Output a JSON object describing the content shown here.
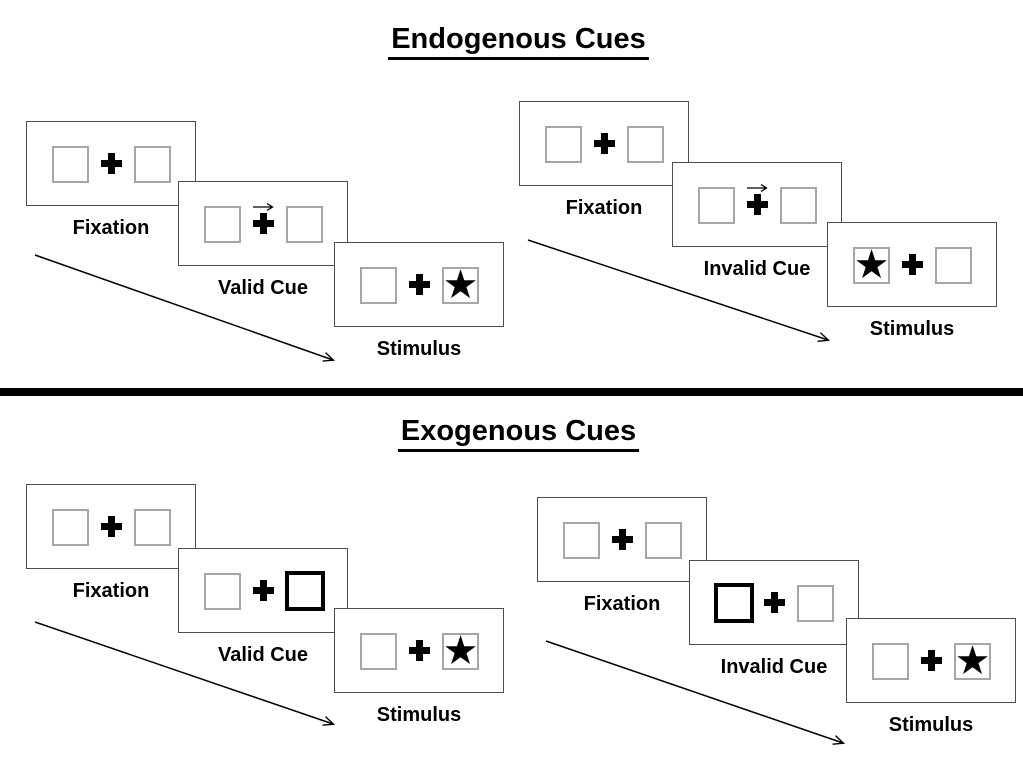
{
  "sections": {
    "endogenous": {
      "title": "Endogenous Cues",
      "valid_sequence": {
        "fixation_label": "Fixation",
        "cue_label": "Valid Cue",
        "stimulus_label": "Stimulus",
        "cue_type": "central-arrow-pointing-right",
        "stimulus_star_side": "right"
      },
      "invalid_sequence": {
        "fixation_label": "Fixation",
        "cue_label": "Invalid Cue",
        "stimulus_label": "Stimulus",
        "cue_type": "central-arrow-pointing-right",
        "stimulus_star_side": "left"
      }
    },
    "exogenous": {
      "title": "Exogenous Cues",
      "valid_sequence": {
        "fixation_label": "Fixation",
        "cue_label": "Valid Cue",
        "stimulus_label": "Stimulus",
        "cue_type": "peripheral-bold-box-right",
        "stimulus_star_side": "right"
      },
      "invalid_sequence": {
        "fixation_label": "Fixation",
        "cue_label": "Invalid Cue",
        "stimulus_label": "Stimulus",
        "cue_type": "peripheral-bold-box-left",
        "stimulus_star_side": "right"
      }
    }
  },
  "icons": {
    "star": "★",
    "fixation_cross": "plus",
    "cue_arrow": "right-arrow"
  },
  "colors": {
    "background": "#ffffff",
    "panel_border": "#4d4d4d",
    "square_border": "#a6a6a6",
    "cue_square_border": "#000000",
    "text": "#000000",
    "divider": "#000000",
    "arrow": "#000000"
  }
}
